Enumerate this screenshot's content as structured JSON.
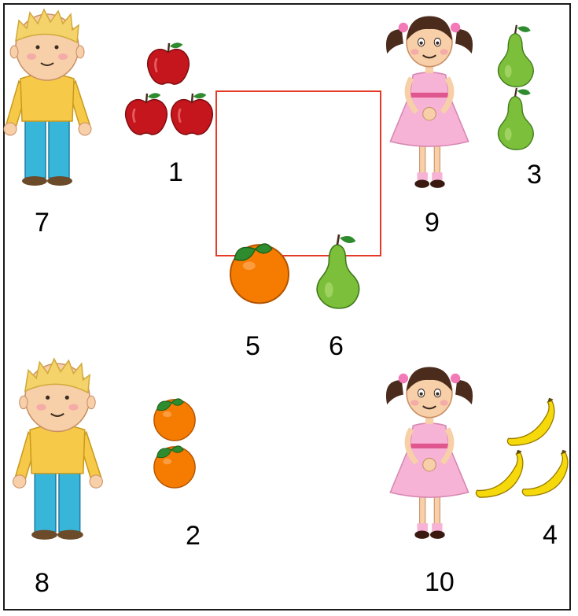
{
  "labels": {
    "apples": "1",
    "oranges_group": "2",
    "pears_group": "3",
    "bananas": "4",
    "single_orange": "5",
    "single_pear": "6",
    "boy_top": "7",
    "boy_bottom": "8",
    "girl_top": "9",
    "girl_bottom": "10"
  },
  "colors": {
    "frame": "#1a1a1a",
    "target_box": "#e53a27",
    "apple": "#c4161c",
    "orange": "#f57c00",
    "pear": "#7cbf3a",
    "banana": "#f5d90a",
    "leaf": "#2e8b2e",
    "boy_shirt": "#f7c948",
    "boy_pants": "#38b6d9",
    "boy_hair": "#f3d36a",
    "girl_dress": "#f6b3d5",
    "girl_hair": "#4a2b1c",
    "skin": "#f7cfa8"
  },
  "icons": {
    "boy": "boy-icon",
    "girl": "girl-icon",
    "apple": "apple-icon",
    "orange": "orange-icon",
    "pear": "pear-icon",
    "banana": "banana-icon"
  }
}
